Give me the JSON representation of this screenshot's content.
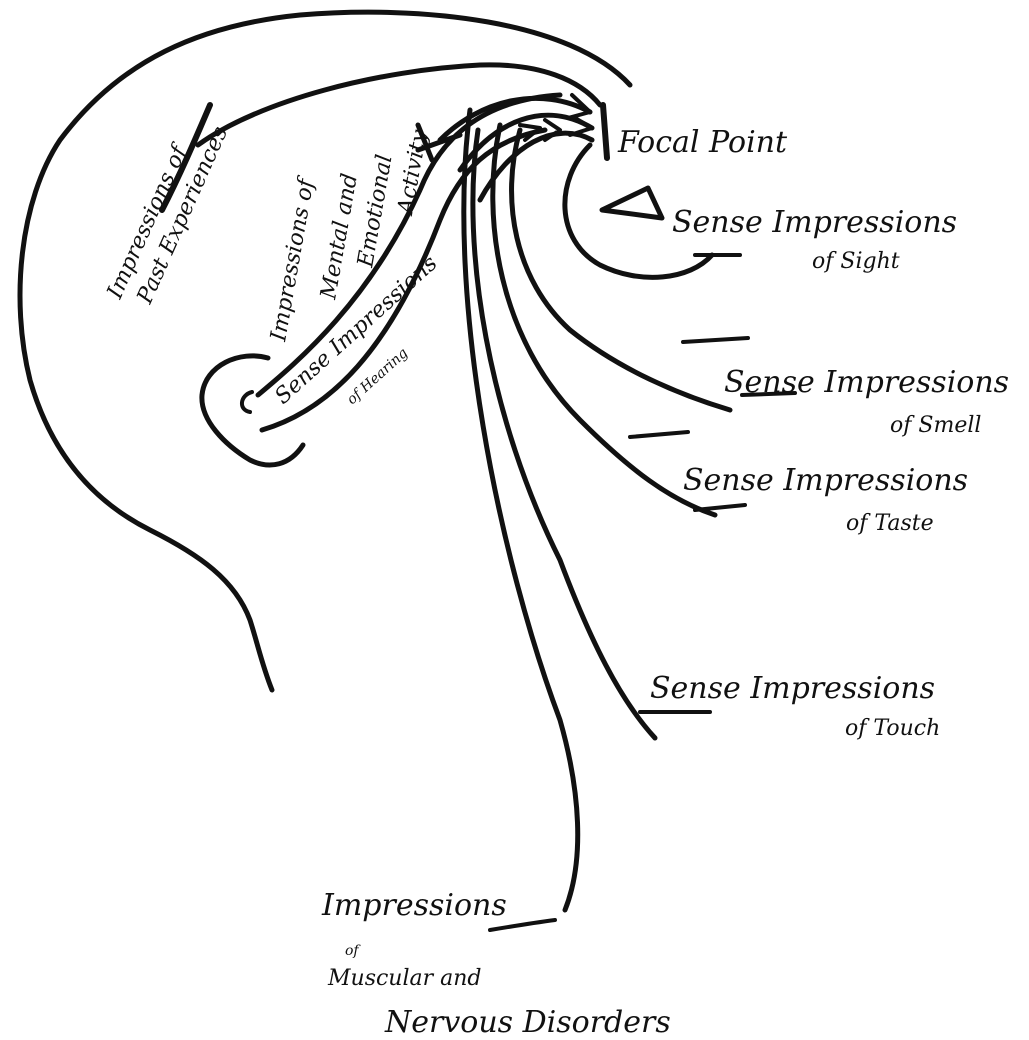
{
  "labels": {
    "focal_point": "Focal Point",
    "sight_1": "Sense Impressions",
    "sight_2": "of Sight",
    "smell_1": "Sense Impressions",
    "smell_2": "of Smell",
    "taste_1": "Sense Impressions",
    "taste_2": "of Taste",
    "touch_1": "Sense Impressions",
    "touch_2": "of Touch",
    "hearing_1": "Sense Impressions",
    "hearing_2": "of Hearing",
    "past_1": "Impressions of",
    "past_2": "Past Experiences",
    "mental_1": "Impressions of",
    "mental_2": "Mental and",
    "mental_3": "Emotional",
    "mental_4": "Activity",
    "muscular_1": "Impressions",
    "muscular_2": "of",
    "muscular_3": "Muscular and",
    "muscular_4": "Nervous Disorders"
  }
}
